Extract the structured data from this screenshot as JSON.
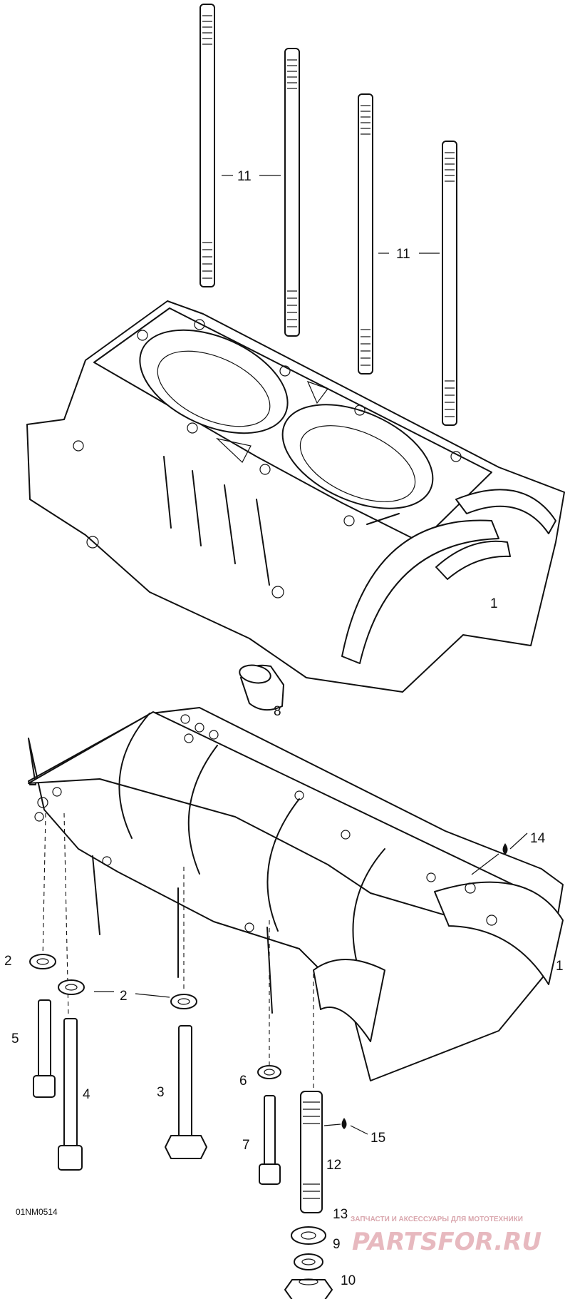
{
  "diagram": {
    "drawing_code": "01NM0514",
    "callouts": {
      "c1_upper": "1",
      "c1_lower": "1",
      "c2_left": "2",
      "c2_mid": "2",
      "c3": "3",
      "c4": "4",
      "c5": "5",
      "c6": "6",
      "c7": "7",
      "c8": "8",
      "c9": "9",
      "c10": "10",
      "c11_left": "11",
      "c11_right": "11",
      "c12": "12",
      "c13": "13",
      "c14": "14",
      "c15": "15"
    }
  },
  "watermark": {
    "tagline": "ЗАПЧАСТИ И АКСЕССУАРЫ ДЛЯ МОТОТЕХНИКИ",
    "brand": "PARTSFOR.RU"
  }
}
